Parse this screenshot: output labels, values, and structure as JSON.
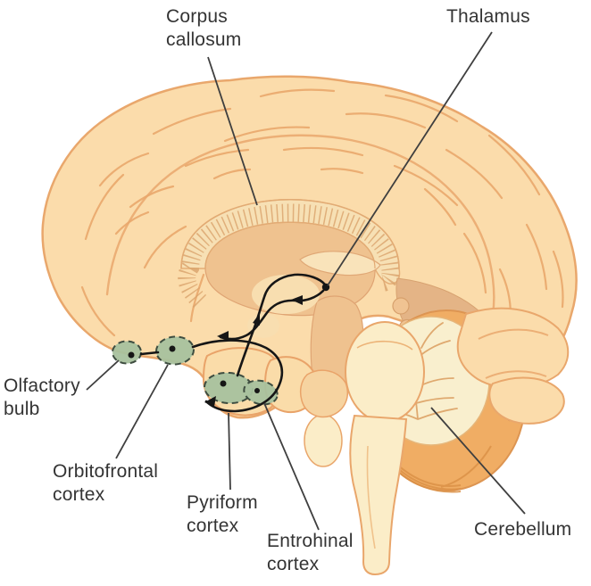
{
  "figure": {
    "description_labels_only": "Sagittal brain diagram with olfactory pathway highlights",
    "labels": {
      "corpus_callosum": {
        "text": "Corpus\ncallosum"
      },
      "thalamus": {
        "text": "Thalamus"
      },
      "olfactory_bulb": {
        "text": "Olfactory\nbulb"
      },
      "orbitofrontal_cortex": {
        "text": "Orbitofrontal\ncortex"
      },
      "pyriform_cortex": {
        "text": "Pyriform\ncortex"
      },
      "entrohinal_cortex": {
        "text": "Entrohinal\ncortex"
      },
      "cerebellum": {
        "text": "Cerebellum"
      }
    },
    "highlighted_regions": [
      "Olfactory bulb",
      "Orbitofrontal cortex",
      "Pyriform cortex",
      "Entrohinal cortex"
    ],
    "palette": {
      "cortex_fill": "#FBDCAB",
      "cortex_outline": "#E9A76C",
      "deep_tan": "#EFC28F",
      "dark_tan_wedge": "#E3B183",
      "cream": "#FBEDC8",
      "callosum_band": "#F7E0B4",
      "callosum_fringe": "#D9A36B",
      "cerebellum_ring": "#F0AD64",
      "cerebellum_arbor": "#F9EFCE",
      "highlight_green": "#A8C19E",
      "highlight_outline": "#3E4D40",
      "pathway_black": "#161616",
      "leader_gray": "#3F3F3F",
      "label_text": "#343434",
      "background": "#FFFFFF"
    }
  }
}
